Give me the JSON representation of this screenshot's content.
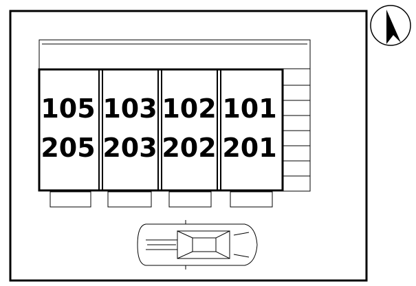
{
  "site_plan": {
    "units": [
      {
        "ground": "105",
        "upper": "205"
      },
      {
        "ground": "103",
        "upper": "203"
      },
      {
        "ground": "102",
        "upper": "202"
      },
      {
        "ground": "101",
        "upper": "201"
      }
    ],
    "compass": {
      "direction": "north",
      "icon": "north-arrow-icon"
    },
    "car": {
      "icon": "car-icon"
    }
  }
}
